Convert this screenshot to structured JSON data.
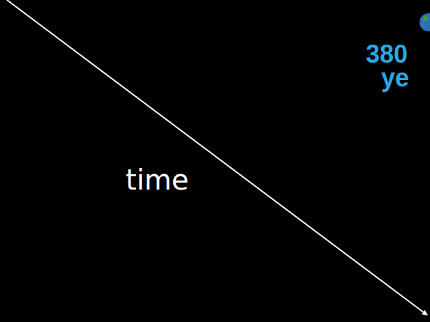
{
  "diagram": {
    "labels": [
      "time",
      "380",
      "ye"
    ]
  }
}
